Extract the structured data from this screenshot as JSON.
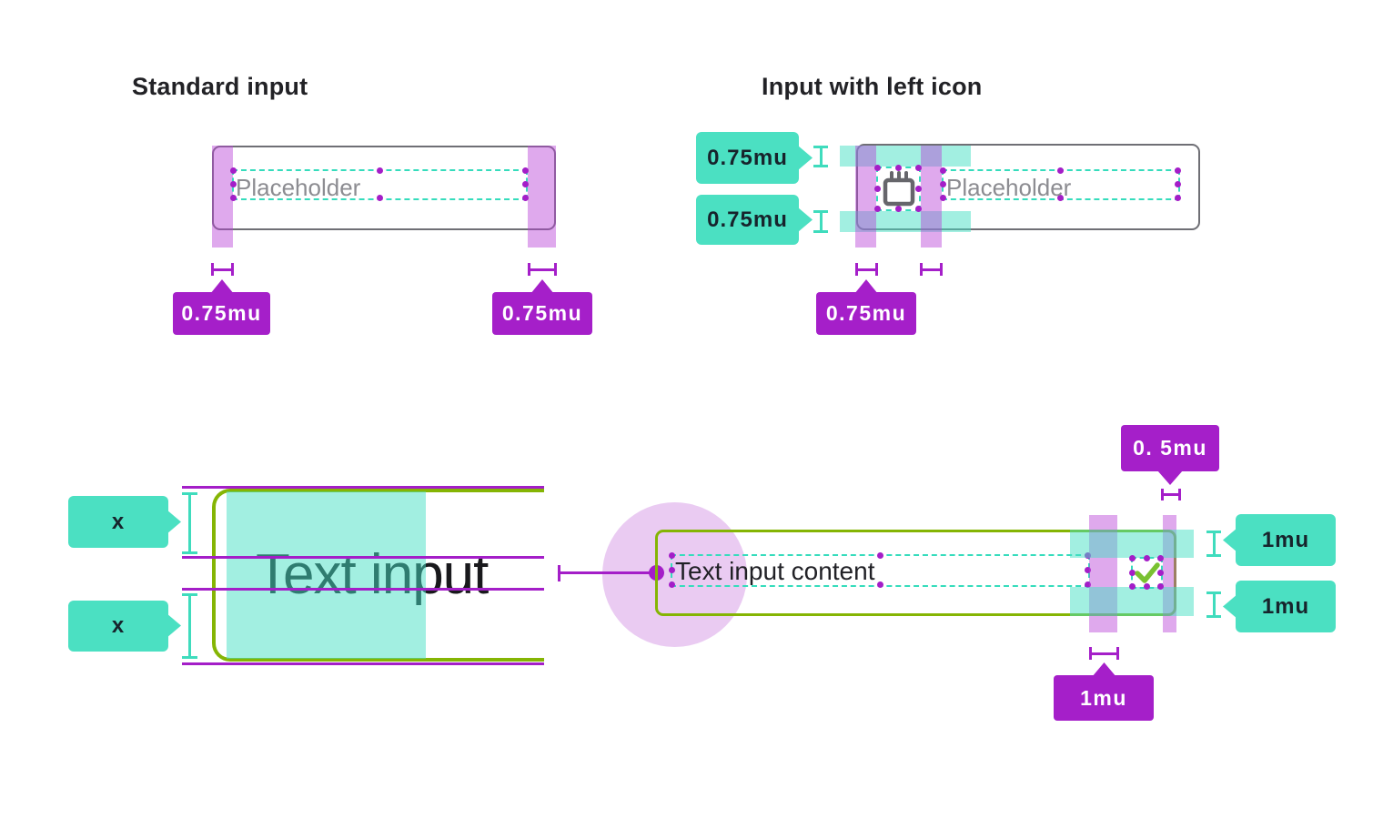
{
  "palette": {
    "purple_accent": "#A41EC8",
    "purple_overlay": "rgba(183,64,216,0.45)",
    "teal_accent": "#40DFC0",
    "teal_overlay": "rgba(69,224,195,0.5)",
    "lavender_circle": "#EACBF2",
    "focus_green": "#85B504",
    "check_green": "#79C131",
    "input_border_gray": "#6F6F75",
    "placeholder_gray": "#8C8C91",
    "text_dark": "#212126"
  },
  "sections": {
    "standard": {
      "title": "Standard input",
      "placeholder": "Placeholder",
      "left_gap_label": "0.75mu",
      "right_gap_label": "0.75mu"
    },
    "left_icon": {
      "title": "Input with left icon",
      "placeholder": "Placeholder",
      "icon": "calendar-icon",
      "top_gap_label": "0.75mu",
      "bottom_gap_label": "0.75mu",
      "icon_gap_label": "0.75mu"
    },
    "zoom_detail": {
      "text": "Text input",
      "top_gap_label": "x",
      "bottom_gap_label": "x"
    },
    "content_input": {
      "text": "Text input content",
      "icon": "checkmark-icon",
      "icon_right_gap_label": "0. 5mu",
      "top_gap_label": "1mu",
      "bottom_gap_label": "1mu",
      "text_icon_gap_label": "1mu"
    }
  }
}
